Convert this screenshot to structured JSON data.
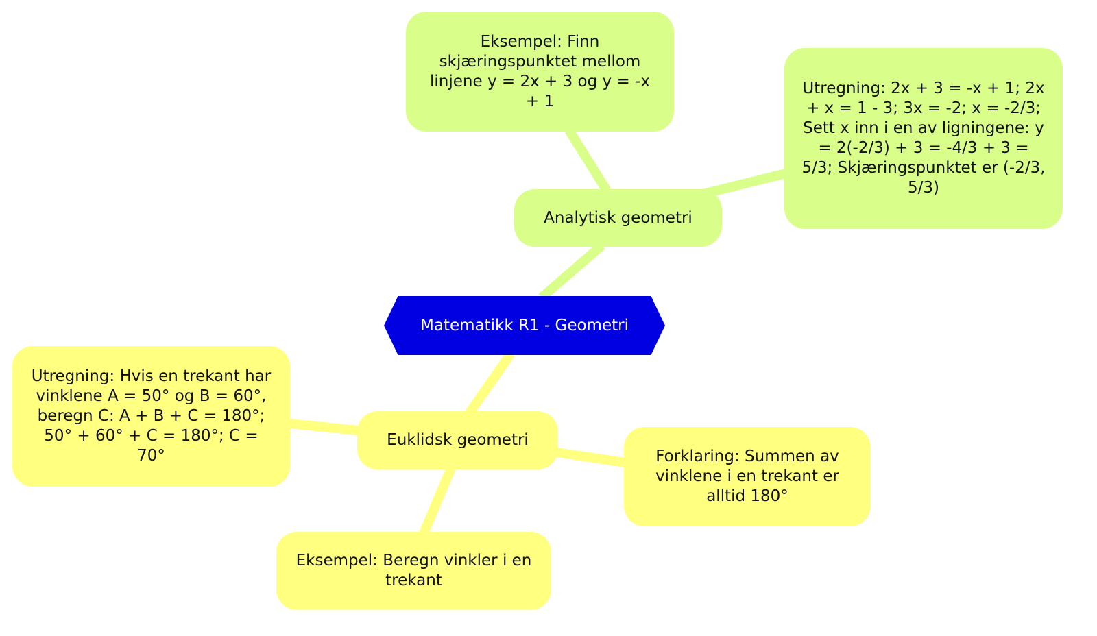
{
  "colors": {
    "central": "#0000e0",
    "analytic_branch": "#d9ff8a",
    "euclid_branch": "#ffff80"
  },
  "central": {
    "label": "Matematikk R1 - Geometri"
  },
  "analytisk": {
    "label": "Analytisk geometri",
    "example": "Eksempel: Finn skjæringspunktet mellom linjene y = 2x + 3 og y = -x + 1",
    "calculation": "Utregning: 2x + 3 = -x + 1; 2x + x = 1 - 3; 3x = -2; x = -2/3; Sett x inn i en av ligningene: y = 2(-2/3) + 3 = -4/3 + 3 = 5/3; Skjæringspunktet er (-2/3, 5/3)"
  },
  "euklidsk": {
    "label": "Euklidsk geometri",
    "calculation": "Utregning: Hvis en trekant har vinklene A = 50° og B = 60°, beregn C: A + B + C = 180°; 50° + 60° + C = 180°; C = 70°",
    "explanation": "Forklaring: Summen av vinklene i en trekant er alltid 180°",
    "example": "Eksempel: Beregn vinkler i en trekant"
  }
}
